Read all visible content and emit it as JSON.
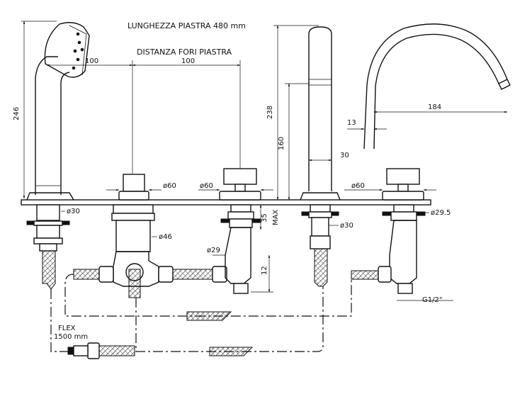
{
  "labels": {
    "plate_length": "LUNGHEZZA PIASTRA 480 mm",
    "plate_holes": "DISTANZA FORI PIASTRA",
    "dist_left": "100",
    "dist_right": "100",
    "h_shower": "246",
    "h_spout": "238",
    "h_160": "160",
    "d_30_spout": "30",
    "d_184": "184",
    "d_13": "13",
    "d60_a": "ø60",
    "d60_b": "ø60",
    "d60_c": "ø60",
    "d30_shower": "ø30",
    "d46": "ø46",
    "d29": "ø29",
    "d30_spout_base": "ø30",
    "d29_5": "ø29.5",
    "max35": "35",
    "max_word": "MAX",
    "d12": "12",
    "g12": "G1/2\"",
    "flex": "FLEX",
    "flex_len": "1500 mm"
  }
}
